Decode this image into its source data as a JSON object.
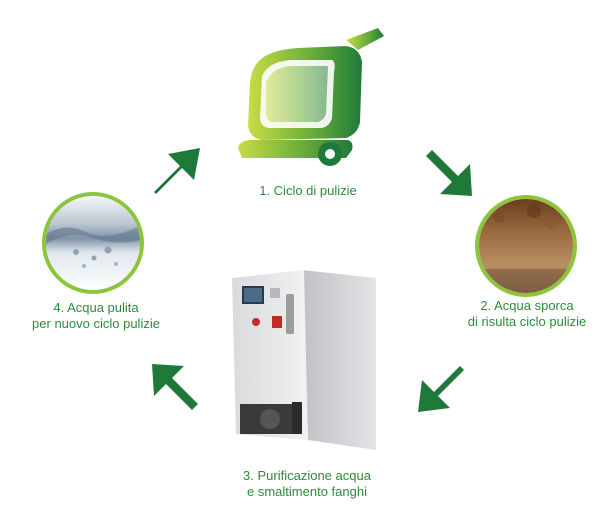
{
  "steps": [
    {
      "label": "1.  Ciclo di pulizie"
    },
    {
      "label_line1": "2. Acqua sporca",
      "label_line2": "di risulta ciclo pulizie"
    },
    {
      "label_line1": "3. Purificazione acqua",
      "label_line2": "e smaltimento fanghi"
    },
    {
      "label_line1": "4. Acqua pulita",
      "label_line2": "per nuovo ciclo pulizie"
    }
  ],
  "colors": {
    "arrow_green": "#1f7a3a",
    "label_green": "#2e8b3c",
    "circle_border": "#8cc43c",
    "scrubber_light": "#b7d43a",
    "scrubber_dark": "#2e8b3c"
  },
  "icons": [
    "floor-scrubber-icon",
    "dirty-water-photo",
    "purification-unit-photo",
    "clean-water-photo"
  ]
}
